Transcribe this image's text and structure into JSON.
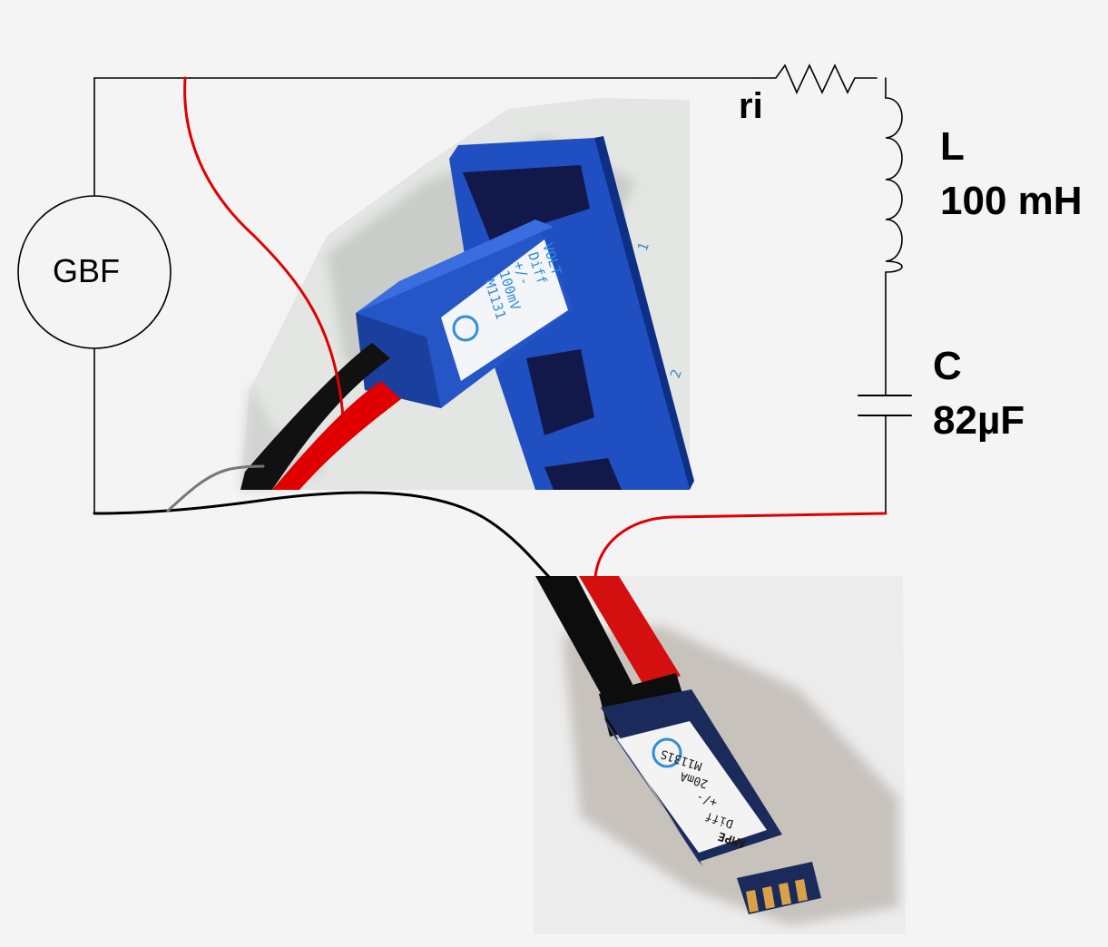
{
  "diagram": {
    "generator": {
      "label": "GBF"
    },
    "components": {
      "resistor": {
        "label": "ri"
      },
      "inductor": {
        "label": "L",
        "value": "100 mH"
      },
      "capacitor": {
        "label": "C",
        "value": "82µF"
      }
    },
    "voltage_module": {
      "lines": [
        "VOLT",
        "Diff",
        "+/-",
        "100mV",
        "M1131"
      ],
      "slots": [
        "1",
        "2"
      ]
    },
    "current_module": {
      "lines": [
        "AMPE",
        "Diff",
        "+/-",
        "20mA",
        "M1131S"
      ]
    },
    "colors": {
      "wire": "#000000",
      "red_wire": "#e00000",
      "module_blue": "#1f4fc0",
      "module_dark": "#1a2a5a"
    }
  }
}
